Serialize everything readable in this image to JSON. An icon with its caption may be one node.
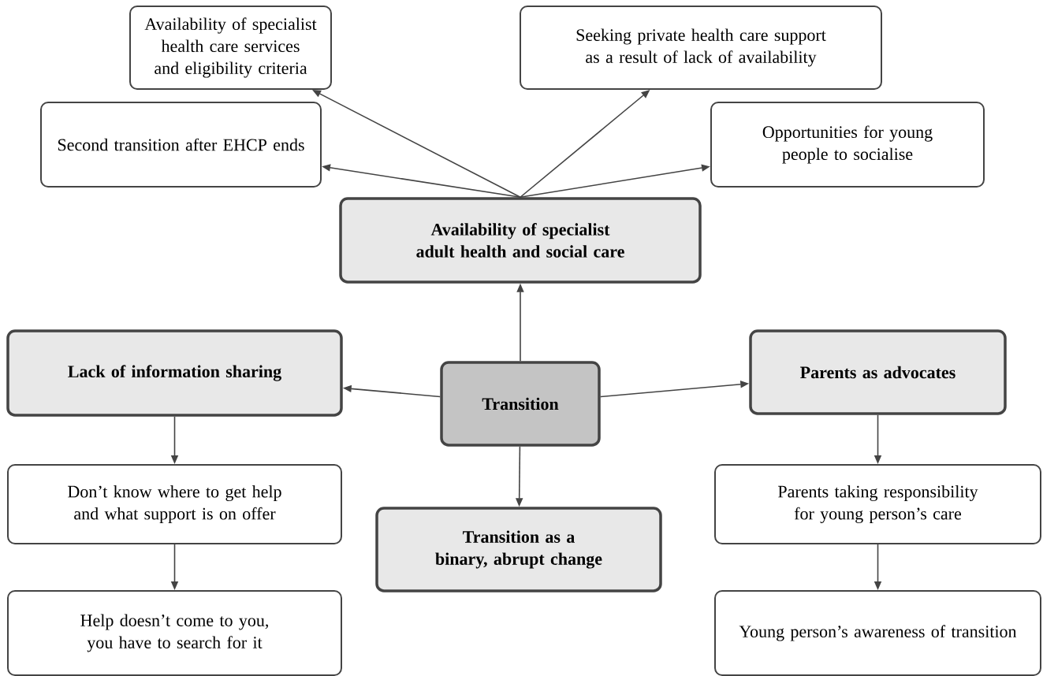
{
  "diagram": {
    "nodes": [
      {
        "text": [
          "Availability of specialist health care services and eligibility criteria"
        ]
      },
      {
        "text": [
          "Seeking private health care support as a result of lack of availability"
        ]
      },
      {
        "text": [
          "Second transition after EHCP ends"
        ]
      },
      {
        "text": [
          "Opportunities for young people to socialise"
        ]
      },
      {
        "text": [
          "Availability of specialist adult health and social care"
        ]
      },
      {
        "text": [
          "Lack of information sharing"
        ]
      },
      {
        "text": [
          "Transition"
        ]
      },
      {
        "text": [
          "Parents as advocates"
        ]
      },
      {
        "text": [
          "Don’t know where to get help and what support is on offer"
        ]
      },
      {
        "text": [
          "Transition as a binary, abrupt change"
        ]
      },
      {
        "text": [
          "Parents taking responsibility for young person’s care"
        ]
      },
      {
        "text": [
          "Help doesn’t come to you, you have to search for it"
        ]
      },
      {
        "text": [
          "Young person’s awareness of transition"
        ]
      }
    ],
    "edges": [
      {
        "from": 4,
        "to": 0,
        "arrow": "to"
      },
      {
        "from": 4,
        "to": 1,
        "arrow": "to"
      },
      {
        "from": 4,
        "to": 2,
        "arrow": "to"
      },
      {
        "from": 4,
        "to": 3,
        "arrow": "to"
      },
      {
        "from": 6,
        "to": 4,
        "arrow": "to"
      },
      {
        "from": 6,
        "to": 5,
        "arrow": "to"
      },
      {
        "from": 6,
        "to": 7,
        "arrow": "to"
      },
      {
        "from": 6,
        "to": 9,
        "arrow": "to"
      },
      {
        "from": 5,
        "to": 8,
        "arrow": "to"
      },
      {
        "from": 8,
        "to": 11,
        "arrow": "to"
      },
      {
        "from": 7,
        "to": 10,
        "arrow": "to"
      },
      {
        "from": 10,
        "to": 12,
        "arrow": "to"
      }
    ]
  }
}
